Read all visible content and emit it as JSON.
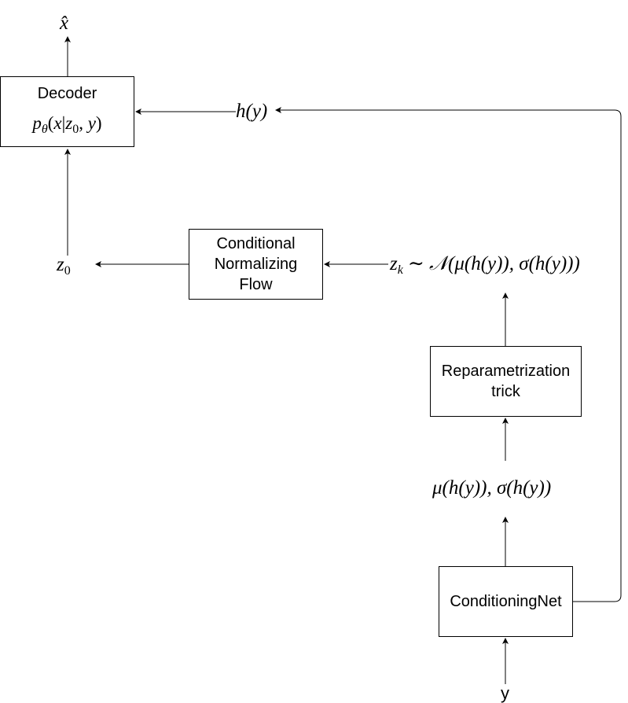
{
  "decoder": {
    "title": "Decoder",
    "formula": {
      "p": "p",
      "theta": "θ",
      "x": "x",
      "bar": "|",
      "z": "z",
      "sub0": "0",
      "y": "y"
    }
  },
  "flow": {
    "line1": "Conditional",
    "line2": "Normalizing",
    "line3": "Flow"
  },
  "reparam": {
    "line1": "Reparametrization",
    "line2": "trick"
  },
  "cond_net": {
    "label": "ConditioningNet"
  },
  "symbols": {
    "x_hat": "x̂",
    "h_y": "h(y)",
    "z0_base": "z",
    "z0_sub": "0",
    "zk_base": "z",
    "zk_sub": "k",
    "zk_dist": "∼ 𝒩(μ(h(y)), σ(h(y)))",
    "mu_sigma": "μ(h(y)), σ(h(y))",
    "y_input": "y"
  },
  "colors": {
    "stroke": "#000000",
    "background": "#ffffff"
  }
}
